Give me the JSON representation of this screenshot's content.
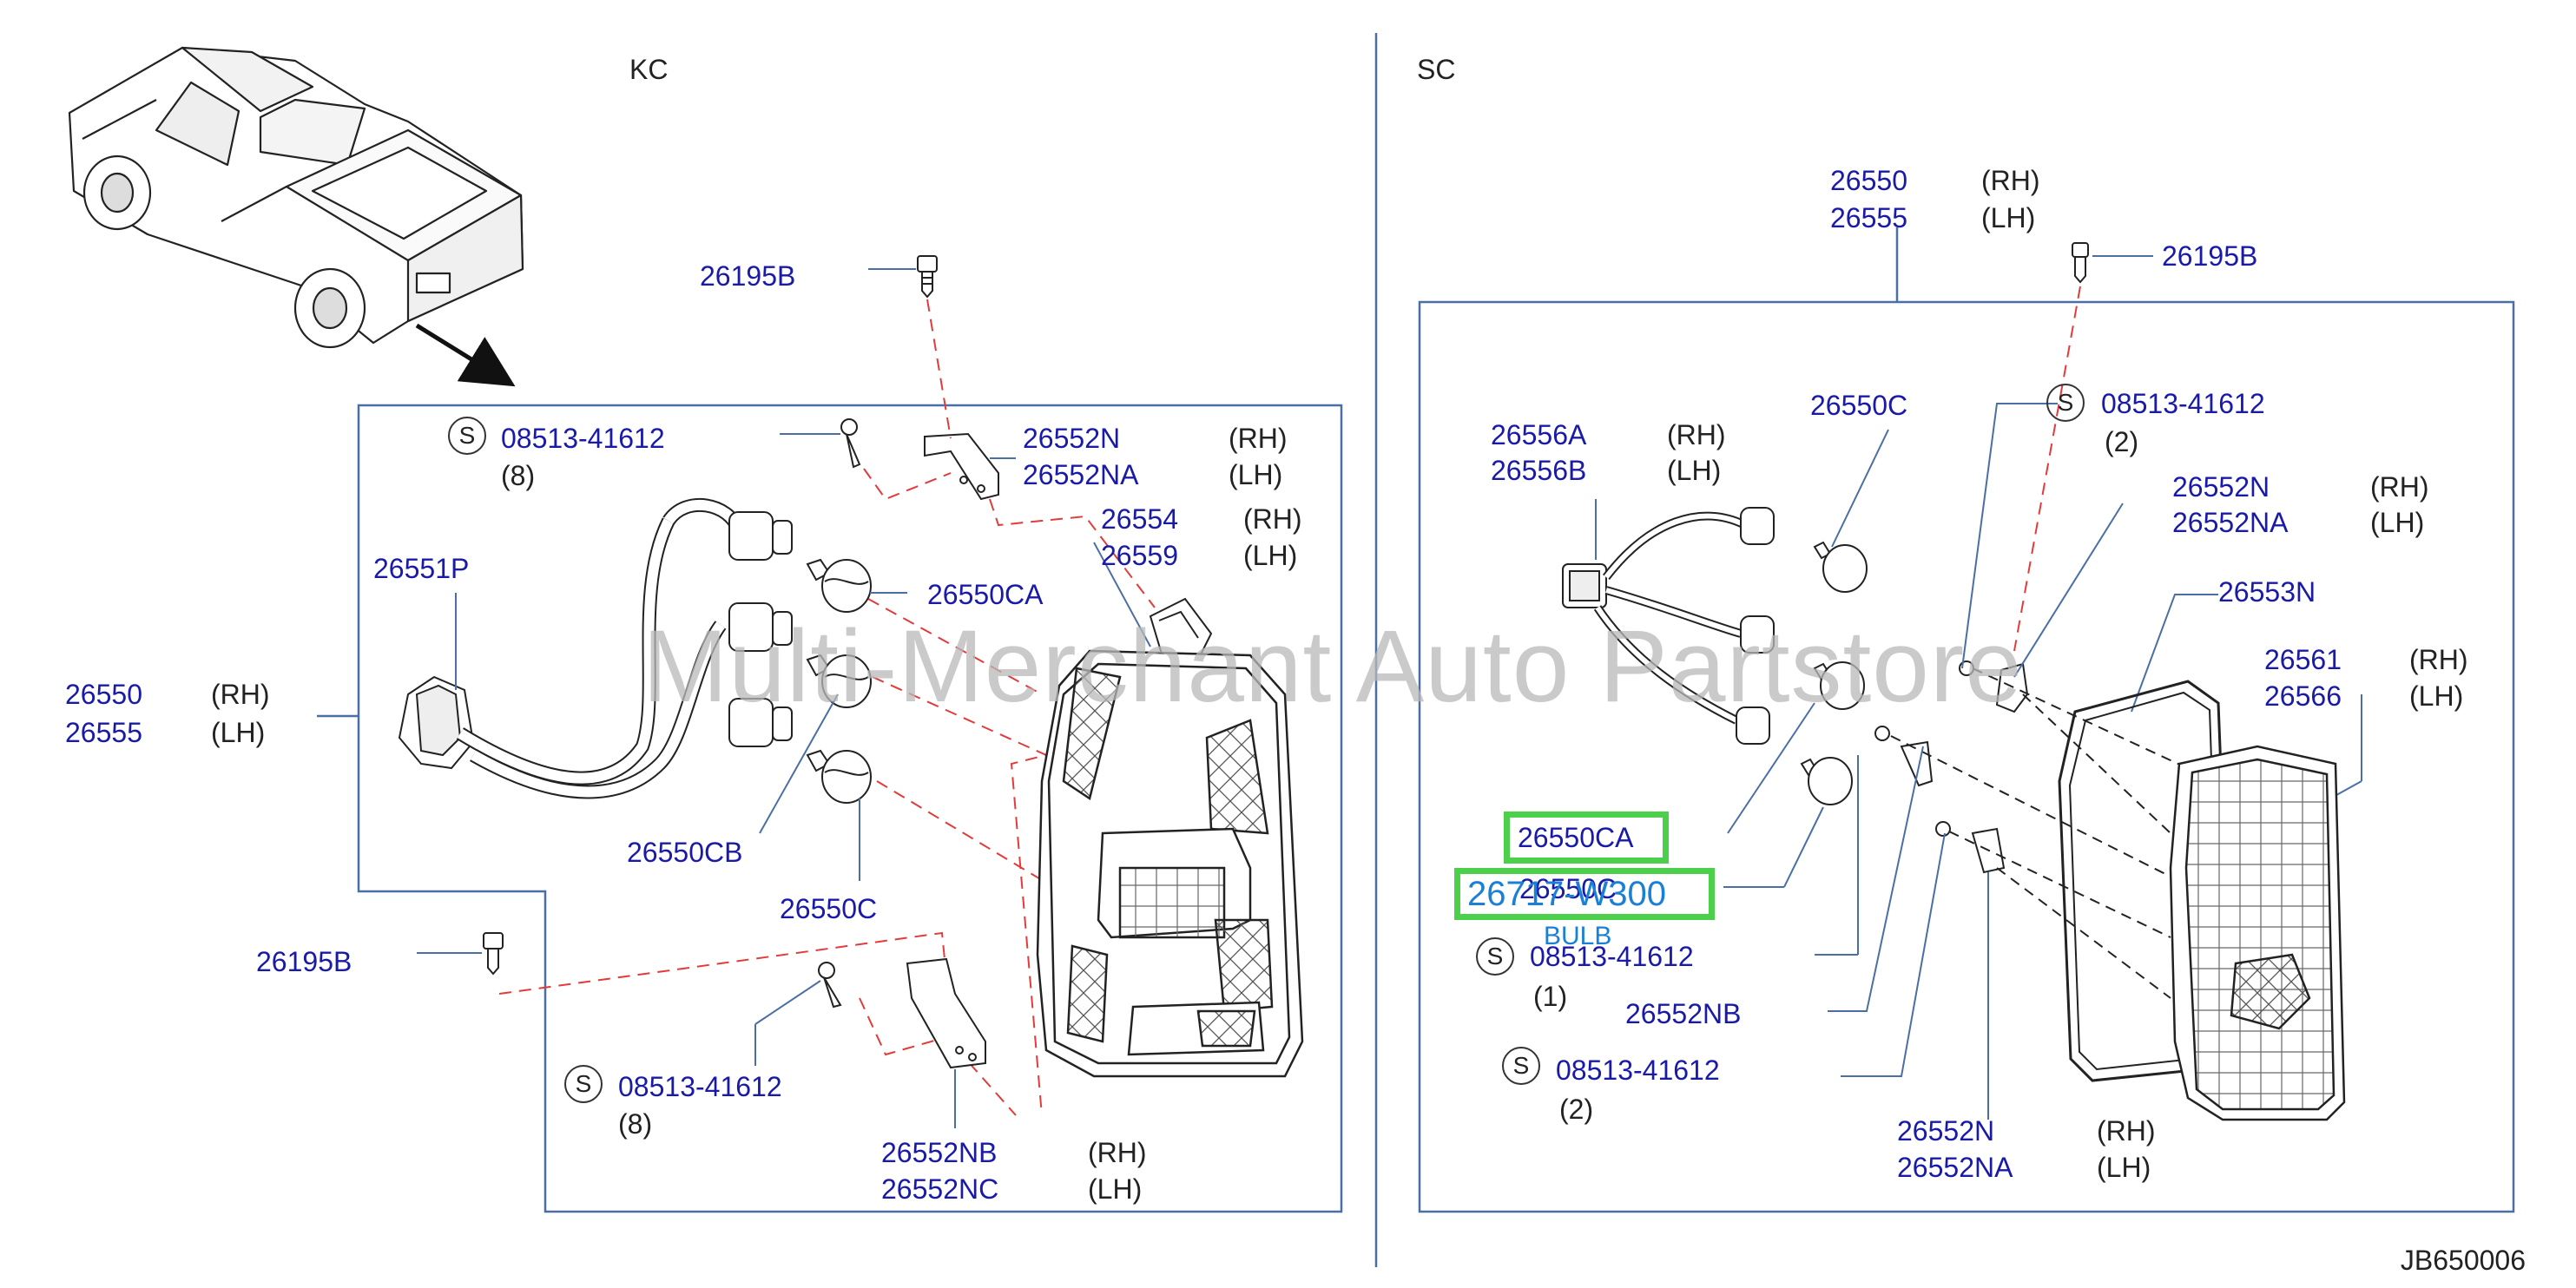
{
  "sections": {
    "left": "KC",
    "right": "SC"
  },
  "rh": "(RH)",
  "lh": "(LH)",
  "watermark": "Multi-Merchant Auto Partstore",
  "reference": "JB650006",
  "left": {
    "assembly": {
      "rh": "26550",
      "lh": "26555"
    },
    "bolt_top": "26195B",
    "screw_top": {
      "badge": "S",
      "part": "08513-41612",
      "qty": "(8)"
    },
    "bracket_top": {
      "rh": "26552N",
      "lh": "26552NA"
    },
    "lens_a": {
      "rh": "26554",
      "lh": "26559"
    },
    "harness": "26551P",
    "bulb_ca": "26550CA",
    "bulb_cb": "26550CB",
    "bulb_c": "26550C",
    "bolt_bottom": "26195B",
    "screw_bottom": {
      "badge": "S",
      "part": "08513-41612",
      "qty": "(8)"
    },
    "bracket_bottom": {
      "rh": "26552NB",
      "lh": "26552NC"
    }
  },
  "right": {
    "assembly": {
      "rh": "26550",
      "lh": "26555"
    },
    "bolt_top": "26195B",
    "harness": {
      "rh": "26556A",
      "lh": "26556B"
    },
    "bulb_c": "26550C",
    "screw_top": {
      "badge": "S",
      "part": "08513-41612",
      "qty": "(2)"
    },
    "bracket_top": {
      "rh": "26552N",
      "lh": "26552NA"
    },
    "gasket": "26553N",
    "lens": {
      "rh": "26561",
      "lh": "26566"
    },
    "highlight_1": "26550CA",
    "highlight_2": "26717-W300",
    "under_label": "26550C",
    "bulb_word": "BULB",
    "screw_mid": {
      "badge": "S",
      "part": "08513-41612",
      "qty": "(1)"
    },
    "bracket_nb": "26552NB",
    "screw_bottom": {
      "badge": "S",
      "part": "08513-41612",
      "qty": "(2)"
    },
    "bracket_bottom": {
      "rh": "26552N",
      "lh": "26552NA"
    }
  },
  "colors": {
    "part_number": "#1a1aa8",
    "leader_red": "#e23b3b",
    "frame": "#4a6fa5",
    "highlight": "#4cd04c",
    "highlight_text": "#1a7fd6"
  }
}
